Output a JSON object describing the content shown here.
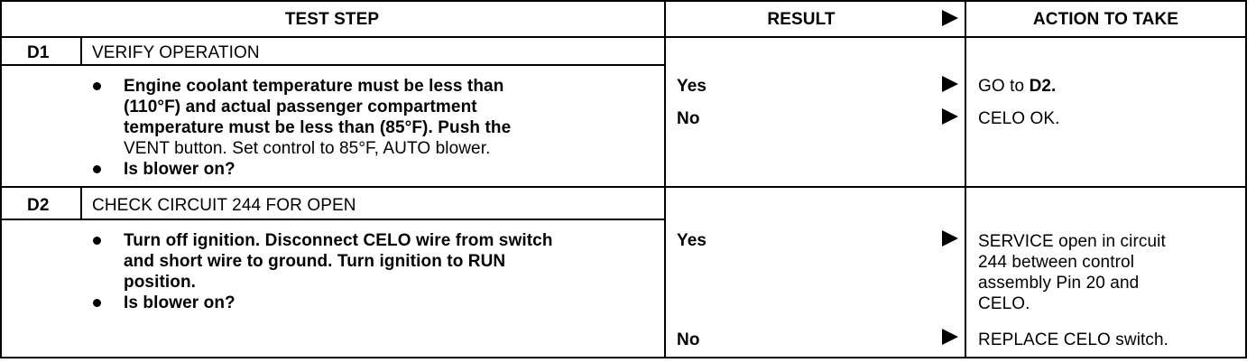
{
  "header": {
    "test_step": "TEST STEP",
    "result": "RESULT",
    "action": "ACTION TO TAKE"
  },
  "steps": [
    {
      "id": "D1",
      "title": "VERIFY OPERATION",
      "instruction_lines": [
        "Engine coolant temperature must be less than",
        "(110°F) and actual passenger compartment",
        "temperature must be less than (85°F). Push the",
        "VENT button. Set control to 85°F, AUTO blower."
      ],
      "question": "Is blower on?",
      "results": [
        {
          "result": "Yes",
          "action_prefix": "GO to ",
          "action_bold": "D2.",
          "action_lines": []
        },
        {
          "result": "No",
          "action_prefix": "CELO OK.",
          "action_bold": "",
          "action_lines": []
        }
      ]
    },
    {
      "id": "D2",
      "title": "CHECK CIRCUIT 244 FOR OPEN",
      "instruction_lines": [
        "Turn off ignition. Disconnect CELO wire from switch",
        "and short wire to ground. Turn ignition to RUN",
        "position."
      ],
      "question": "Is blower on?",
      "results": [
        {
          "result": "Yes",
          "action_lines": [
            "SERVICE open in circuit",
            "244 between control",
            "assembly Pin 20 and",
            "CELO."
          ]
        },
        {
          "result": "No",
          "action_lines": [
            "REPLACE CELO switch."
          ]
        }
      ]
    }
  ]
}
